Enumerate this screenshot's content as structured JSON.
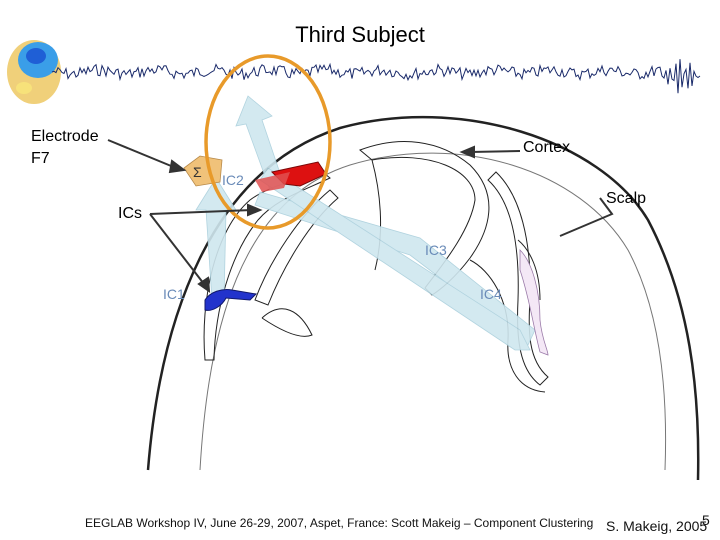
{
  "slide": {
    "title": "Third Subject",
    "footer": "EEGLAB Workshop IV, June 26-29, 2007, Aspet, France: Scott Makeig – Component Clustering",
    "author": "S. Makeig, 2005",
    "page_number": "5"
  },
  "diagram": {
    "electrode_label_line1": "Electrode",
    "electrode_label_line2": "F7",
    "cortex_label": "Cortex",
    "scalp_label": "Scalp",
    "ics_label": "ICs",
    "sum_symbol": "Σ",
    "ic_labels": [
      "IC1",
      "IC2",
      "IC3",
      "IC4"
    ],
    "colors": {
      "ic1": "#2233cc",
      "ic2": "#dd1111",
      "highlight_circle": "#e89a2a",
      "electrode": "#f0c27a",
      "projection_arrows": "#cfe7ef",
      "ic_label_text": "#6a8bb8"
    }
  }
}
